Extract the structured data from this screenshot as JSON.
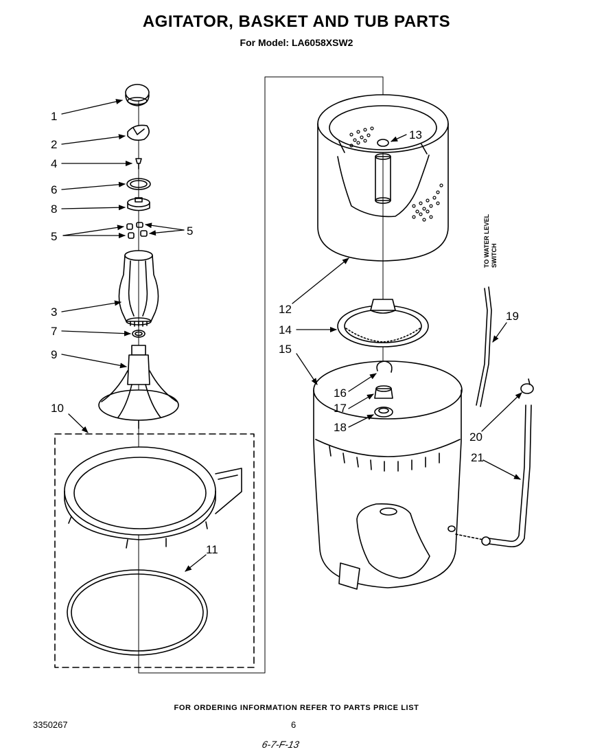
{
  "title": "AGITATOR, BASKET AND TUB PARTS",
  "subtitle": "For Model: LA6058XSW2",
  "footer": {
    "ordering_note": "FOR ORDERING INFORMATION REFER TO PARTS PRICE LIST",
    "doc_number": "3350267",
    "page_number": "6",
    "handwritten": "6-7-F-13"
  },
  "side_label": {
    "line1": "TO WATER LEVEL",
    "line2": "SWITCH"
  },
  "callouts": [
    {
      "id": "c1",
      "text": "1"
    },
    {
      "id": "c2",
      "text": "2"
    },
    {
      "id": "c4",
      "text": "4"
    },
    {
      "id": "c6",
      "text": "6"
    },
    {
      "id": "c8",
      "text": "8"
    },
    {
      "id": "c5a",
      "text": "5"
    },
    {
      "id": "c5b",
      "text": "5"
    },
    {
      "id": "c3",
      "text": "3"
    },
    {
      "id": "c7",
      "text": "7"
    },
    {
      "id": "c9",
      "text": "9"
    },
    {
      "id": "c10",
      "text": "10"
    },
    {
      "id": "c11",
      "text": "11"
    },
    {
      "id": "c12",
      "text": "12"
    },
    {
      "id": "c13",
      "text": "13"
    },
    {
      "id": "c14",
      "text": "14"
    },
    {
      "id": "c15",
      "text": "15"
    },
    {
      "id": "c16",
      "text": "16"
    },
    {
      "id": "c17",
      "text": "17"
    },
    {
      "id": "c18",
      "text": "18"
    },
    {
      "id": "c19",
      "text": "19"
    },
    {
      "id": "c20",
      "text": "20"
    },
    {
      "id": "c21",
      "text": "21"
    }
  ]
}
